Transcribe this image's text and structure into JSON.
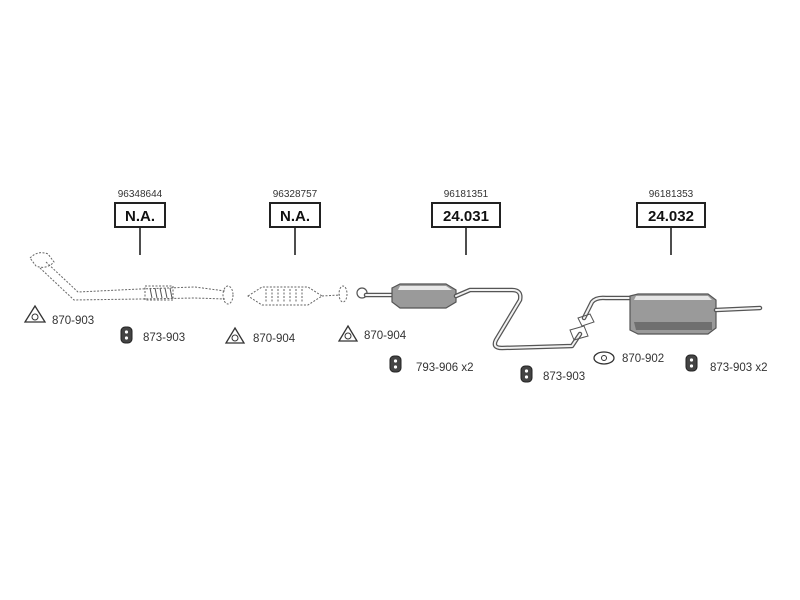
{
  "diagram": {
    "colors": {
      "line": "#222222",
      "part_sketch": "#555555",
      "label": "#333333",
      "background": "#ffffff"
    },
    "main_parts": [
      {
        "oe_number": "96348644",
        "ref": "N.A.",
        "part": "front-pipe"
      },
      {
        "oe_number": "96328757",
        "ref": "N.A.",
        "part": "catalytic-converter"
      },
      {
        "oe_number": "96181351",
        "ref": "24.031",
        "part": "middle-silencer"
      },
      {
        "oe_number": "96181353",
        "ref": "24.032",
        "part": "rear-silencer"
      }
    ],
    "accessories": [
      {
        "code": "870-903",
        "icon": "gasket-icon"
      },
      {
        "code": "873-903",
        "icon": "rubber-hanger-icon"
      },
      {
        "code": "870-904",
        "icon": "gasket-icon"
      },
      {
        "code": "870-904",
        "icon": "gasket-icon"
      },
      {
        "code": "793-906 x2",
        "icon": "rubber-hanger-icon"
      },
      {
        "code": "873-903",
        "icon": "rubber-hanger-icon"
      },
      {
        "code": "870-902",
        "icon": "flange-gasket-icon"
      },
      {
        "code": "873-903 x2",
        "icon": "rubber-hanger-icon"
      }
    ]
  }
}
